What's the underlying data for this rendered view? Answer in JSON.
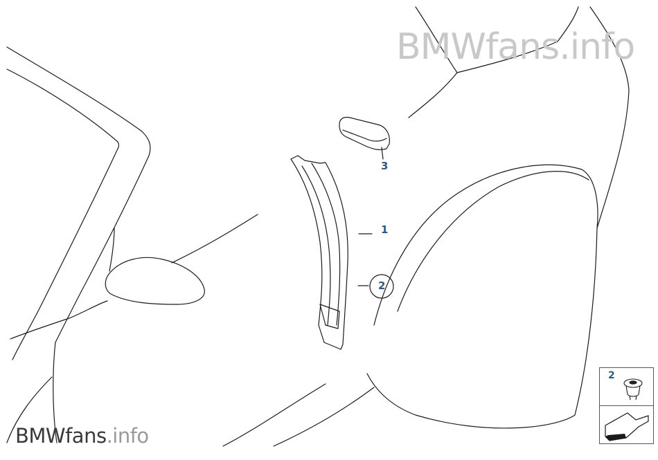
{
  "watermark": {
    "top_prefix": "BMWfans",
    "top_suffix": ".info",
    "bottom_prefix": "BMWfans",
    "bottom_suffix": ".info"
  },
  "callouts": {
    "part1": "1",
    "part2": "2",
    "part3": "3"
  },
  "legend": {
    "part_number": "2",
    "nav_icon": "return-arrow-icon"
  },
  "colors": {
    "line": "#1a1a1a",
    "callout_text": "#2a5a8c",
    "watermark_top": "#c8c8c8"
  }
}
